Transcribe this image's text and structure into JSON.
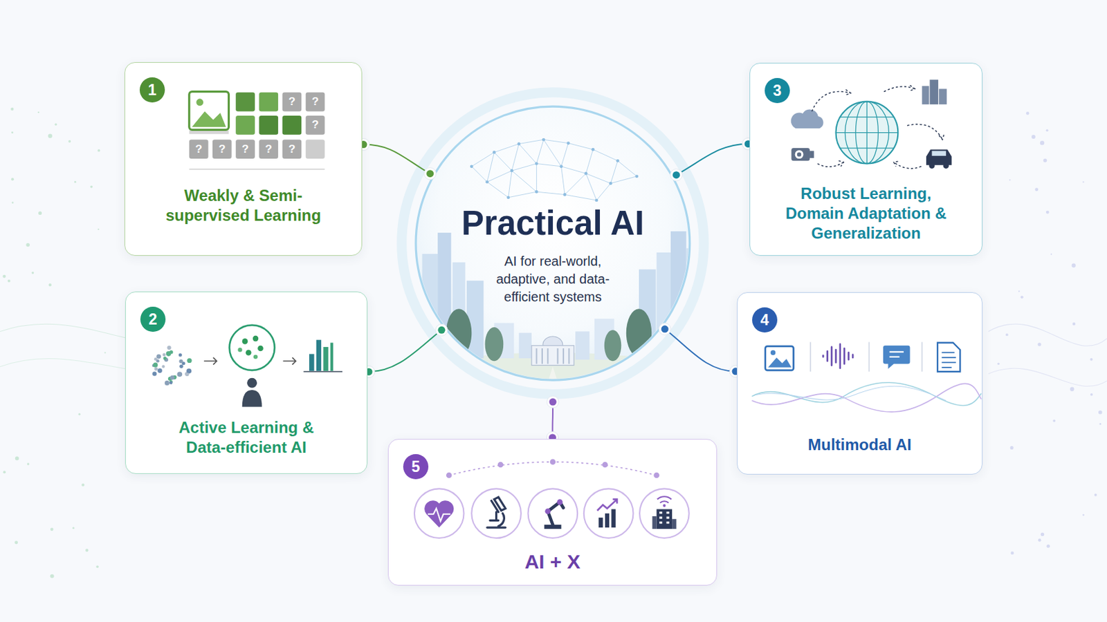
{
  "diagram": {
    "nodes": [
      {
        "text": [
          "Practical AI",
          "AI for real-world, adaptive, and data-efficient systems"
        ]
      },
      {
        "text": [
          "Weakly & Semi-supervised Learning"
        ]
      },
      {
        "text": [
          "1"
        ],
        "in": 1
      },
      {
        "text": [
          "Active Learning & Data-efficient AI"
        ]
      },
      {
        "text": [
          "2"
        ],
        "in": 3
      },
      {
        "text": [
          "Robust Learning, Domain Adaptation & Generalization"
        ]
      },
      {
        "text": [
          "3"
        ],
        "in": 5
      },
      {
        "text": [
          "Multimodal AI"
        ]
      },
      {
        "text": [
          "4"
        ],
        "in": 7
      },
      {
        "text": [
          "AI + X"
        ]
      },
      {
        "text": [
          "5"
        ],
        "in": 9
      }
    ],
    "edges": [
      {
        "from": 0,
        "to": 1,
        "arrow": "none"
      },
      {
        "from": 0,
        "to": 3,
        "arrow": "none"
      },
      {
        "from": 0,
        "to": 5,
        "arrow": "none"
      },
      {
        "from": 0,
        "to": 7,
        "arrow": "none"
      },
      {
        "from": 0,
        "to": 9,
        "arrow": "none"
      }
    ],
    "labels": [
      "?",
      "?",
      "?",
      "?",
      "?",
      "?",
      "?",
      "?"
    ]
  }
}
